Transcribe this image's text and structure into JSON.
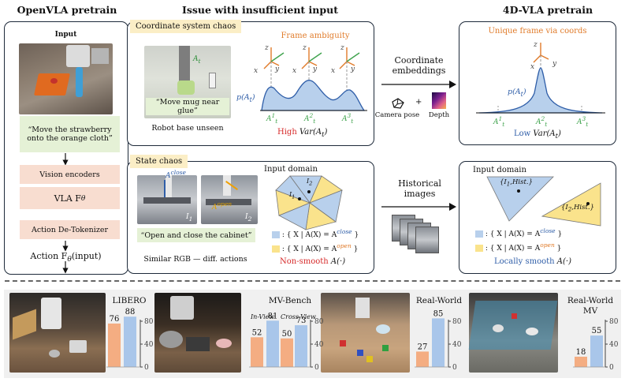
{
  "headers": {
    "left": "OpenVLA pretrain",
    "middle": "Issue with insufficient input",
    "right": "4D-VLA pretrain"
  },
  "left_panel": {
    "input_label": "Input",
    "instruction": "“Move the strawberry onto the orange cloth”",
    "vision_encoders": "Vision encoders",
    "vla": "VLA F",
    "vla_sub": "θ",
    "detokenizer": "Action De-Tokenizer",
    "action": "Action F",
    "action_sub": "θ",
    "action_tail": "(input)"
  },
  "coord_chaos": {
    "tag": "Coordinate system chaos",
    "frame_ambiguity": "Frame ambiguity",
    "quote": "“Move mug near glue”",
    "robot_base": "Robot base unseen",
    "p_label": "p(A",
    "p_sub": "t",
    "p_tail": ")",
    "peaks": [
      "A",
      "A",
      "A"
    ],
    "peak_sup": [
      "1",
      "2",
      "3"
    ],
    "peak_sub": "t",
    "high": "High",
    "var": "Var(A",
    "var_sub": "t",
    "var_tail": ")",
    "axes": [
      "z",
      "x",
      "y"
    ],
    "photo_label": "A",
    "photo_label_sub": "t"
  },
  "arrow1": {
    "text1": "Coordinate",
    "text2": "embeddings",
    "camera": "Camera pose",
    "plus": "+",
    "depth": "Depth"
  },
  "right_top": {
    "title": "Unique frame via coords",
    "p_label": "p(A",
    "p_sub": "t",
    "p_tail": ")",
    "low": "Low",
    "var": "Var(A",
    "var_sub": "t",
    "var_tail": ")",
    "peaks": [
      "A",
      "A",
      "A"
    ],
    "peak_sup": [
      "1",
      "2",
      "3"
    ],
    "peak_sub": "t"
  },
  "state_chaos": {
    "tag": "State chaos",
    "close_label": "A",
    "close_sup": "close",
    "open_label": "A",
    "open_sup": "open",
    "i1": "I",
    "i1_sub": "1",
    "i2": "I",
    "i2_sub": "2",
    "quote": "“Open and close the cabinet”",
    "similar": "Similar RGB — diff. actions",
    "input_domain": "Input domain",
    "set_close": ": { X | A",
    "set_close_tail": "(X) = A",
    "set_close_sup": "close",
    "set_open_sup": "open",
    "nonsmooth": "Non-smooth",
    "nonsmooth_tail": "A",
    "nonsmooth_paren": "(·)"
  },
  "arrow2": {
    "text1": "Historical",
    "text2": "images"
  },
  "right_bottom": {
    "input_domain": "Input domain",
    "tri1": "{I",
    "tri1_sub": "1",
    "tri1_tail": ",Hist.}",
    "tri2": "{I",
    "tri2_sub": "2",
    "tri2_tail": ",Hist.}",
    "set_tail": "(X) = A",
    "close_sup": "close",
    "open_sup": "open",
    "smooth": "Locally smooth",
    "smooth_tail": "A",
    "smooth_paren": "(·)"
  },
  "colors": {
    "blue_fill": "#b8d0ec",
    "yellow_fill": "#fae38c",
    "orange_bar": "#f4ad82",
    "blue_bar": "#a9c6ea",
    "green_box": "#e5f1d6",
    "pink_box": "#f8ddd0",
    "tag_bg": "#fbeec6",
    "frame_orange": "#e07b2a",
    "frame_green": "#3fa34d"
  },
  "benchmarks": [
    {
      "title": "LIBERO",
      "subtitles": [],
      "values": [
        76,
        88
      ],
      "ticks": [
        "80",
        "40",
        "0"
      ]
    },
    {
      "title": "MV-Bench",
      "subtitles": [
        "In-View",
        "Cross-View"
      ],
      "values": [
        52,
        81,
        50,
        73
      ],
      "ticks": [
        "80",
        "40",
        "0"
      ]
    },
    {
      "title": "Real-World",
      "subtitles": [],
      "values": [
        27,
        85
      ],
      "ticks": [
        "80",
        "40",
        "0"
      ]
    },
    {
      "title": "Real-World MV",
      "subtitles": [],
      "values": [
        18,
        55
      ],
      "ticks": [
        "80",
        "40",
        "0"
      ]
    }
  ]
}
